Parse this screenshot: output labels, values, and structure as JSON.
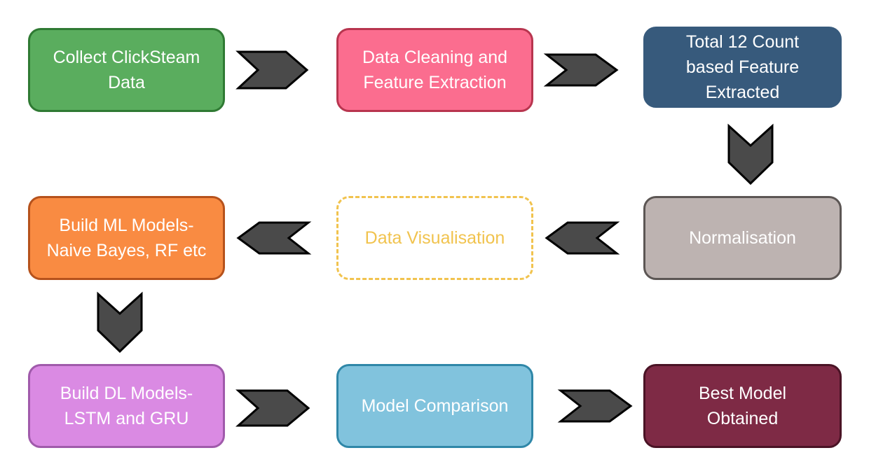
{
  "nodes": {
    "collect": "Collect ClickSteam\nData",
    "cleaning": "Data Cleaning and\nFeature  Extraction",
    "features": "Total  12 Count\nbased Feature\nExtracted",
    "normalisation": "Normalisation",
    "visualisation": "Data Visualisation",
    "ml_models": "Build ML Models-\nNaive Bayes, RF etc",
    "dl_models": "Build DL Models-\nLSTM and GRU",
    "comparison": "Model Comparison",
    "best_model": "Best Model\nObtained"
  },
  "colors": {
    "collect": "#5aad5e",
    "cleaning": "#fb6d8f",
    "features": "#375a7c",
    "normalisation": "#bdb3b1",
    "visualisation": "#f1c34e",
    "ml_models": "#f98b42",
    "dl_models": "#da8ae3",
    "comparison": "#81c3dd",
    "best_model": "#7e2a45",
    "arrow": "#4a4a4a"
  }
}
